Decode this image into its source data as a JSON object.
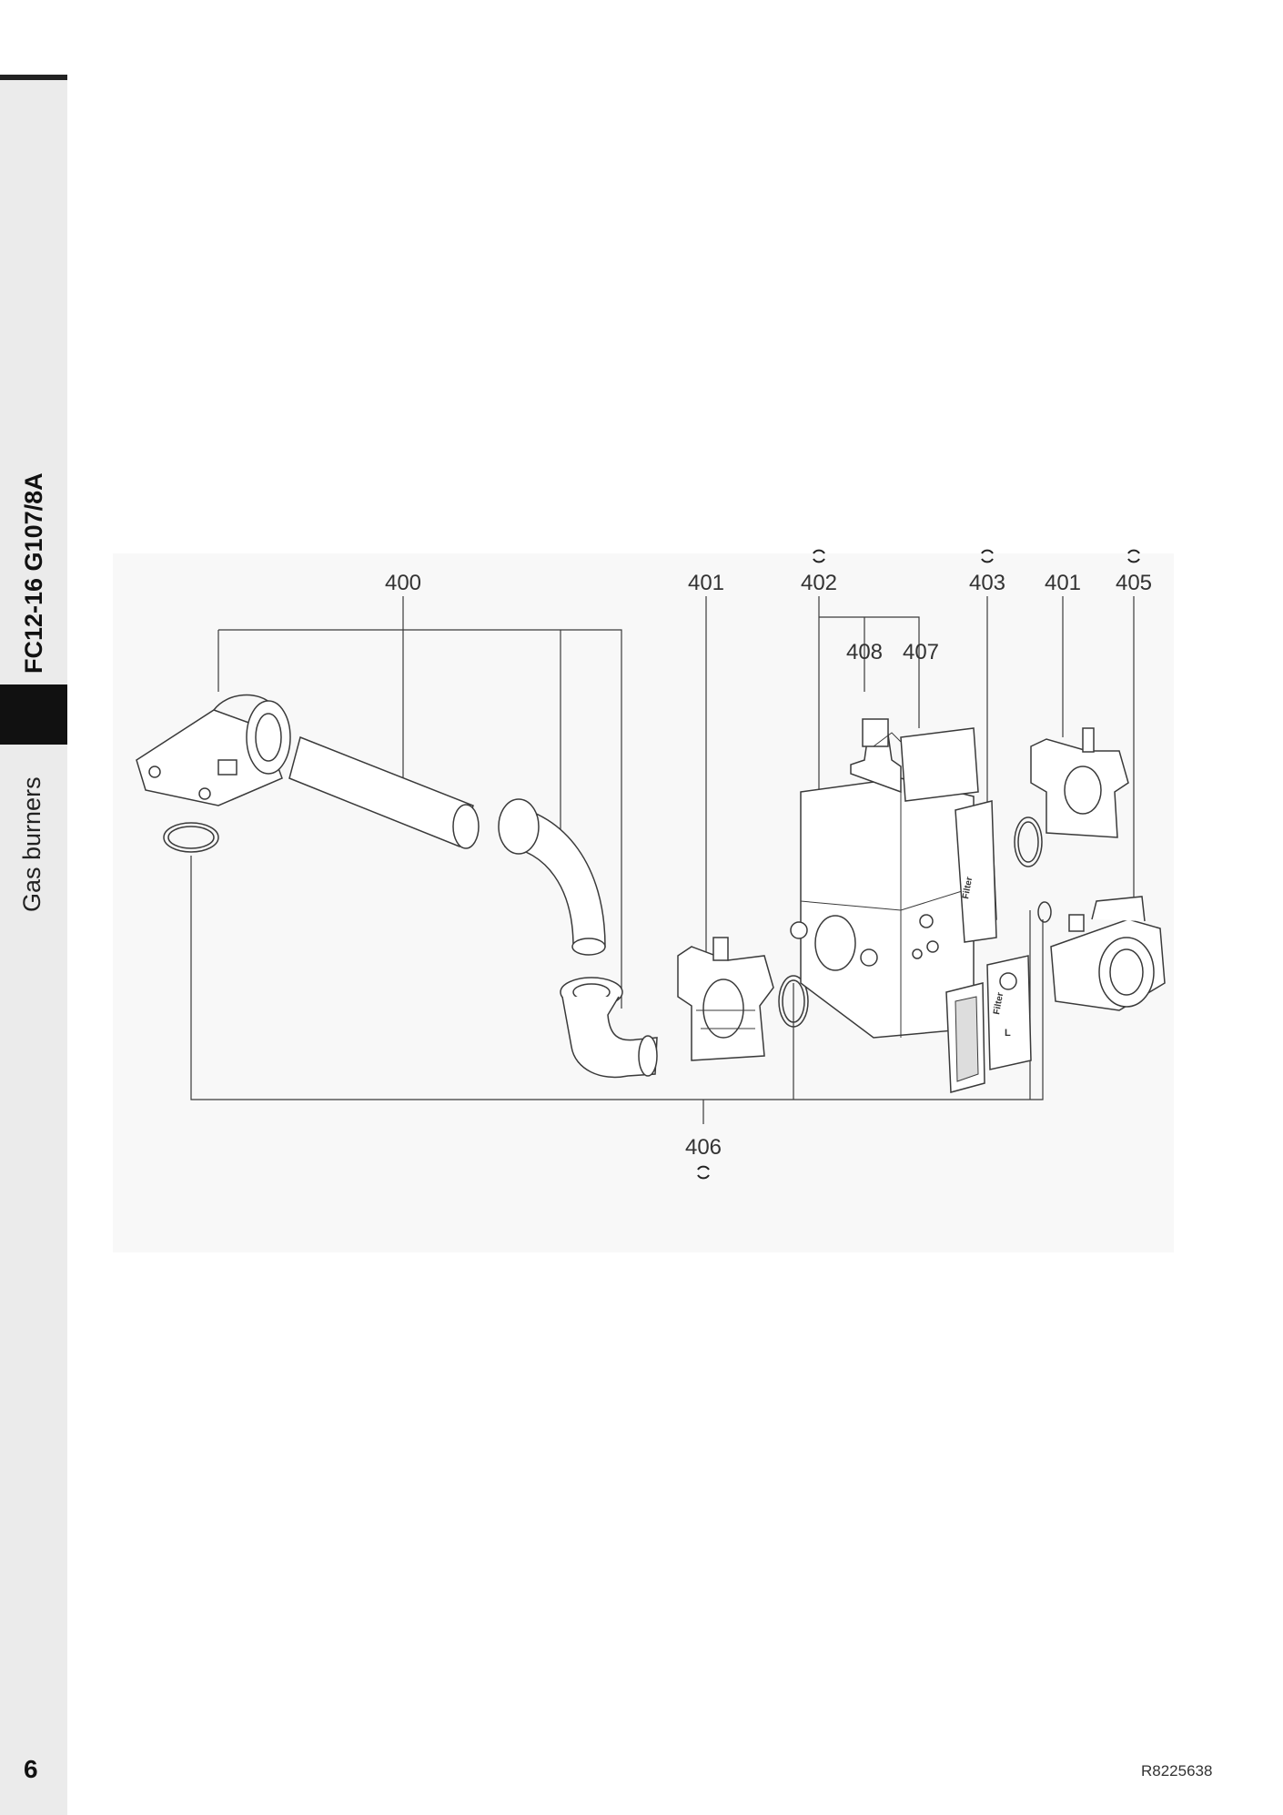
{
  "sidebar": {
    "title": "FC12-16 G107/8A",
    "subtitle": "Gas burners"
  },
  "diagram": {
    "callouts": [
      "400",
      "401",
      "402",
      "403",
      "401",
      "405",
      "408",
      "407",
      "406"
    ],
    "wear_part_symbol_on": [
      "402",
      "403",
      "405",
      "406"
    ],
    "filter_text": "Filter",
    "filter_letter": "L"
  },
  "footer": {
    "page_number": "6",
    "document_ref": "R8225638"
  },
  "colors": {
    "line": "#333333",
    "strip": "#ebebeb",
    "diagram_bg": "#f7f7f7"
  }
}
